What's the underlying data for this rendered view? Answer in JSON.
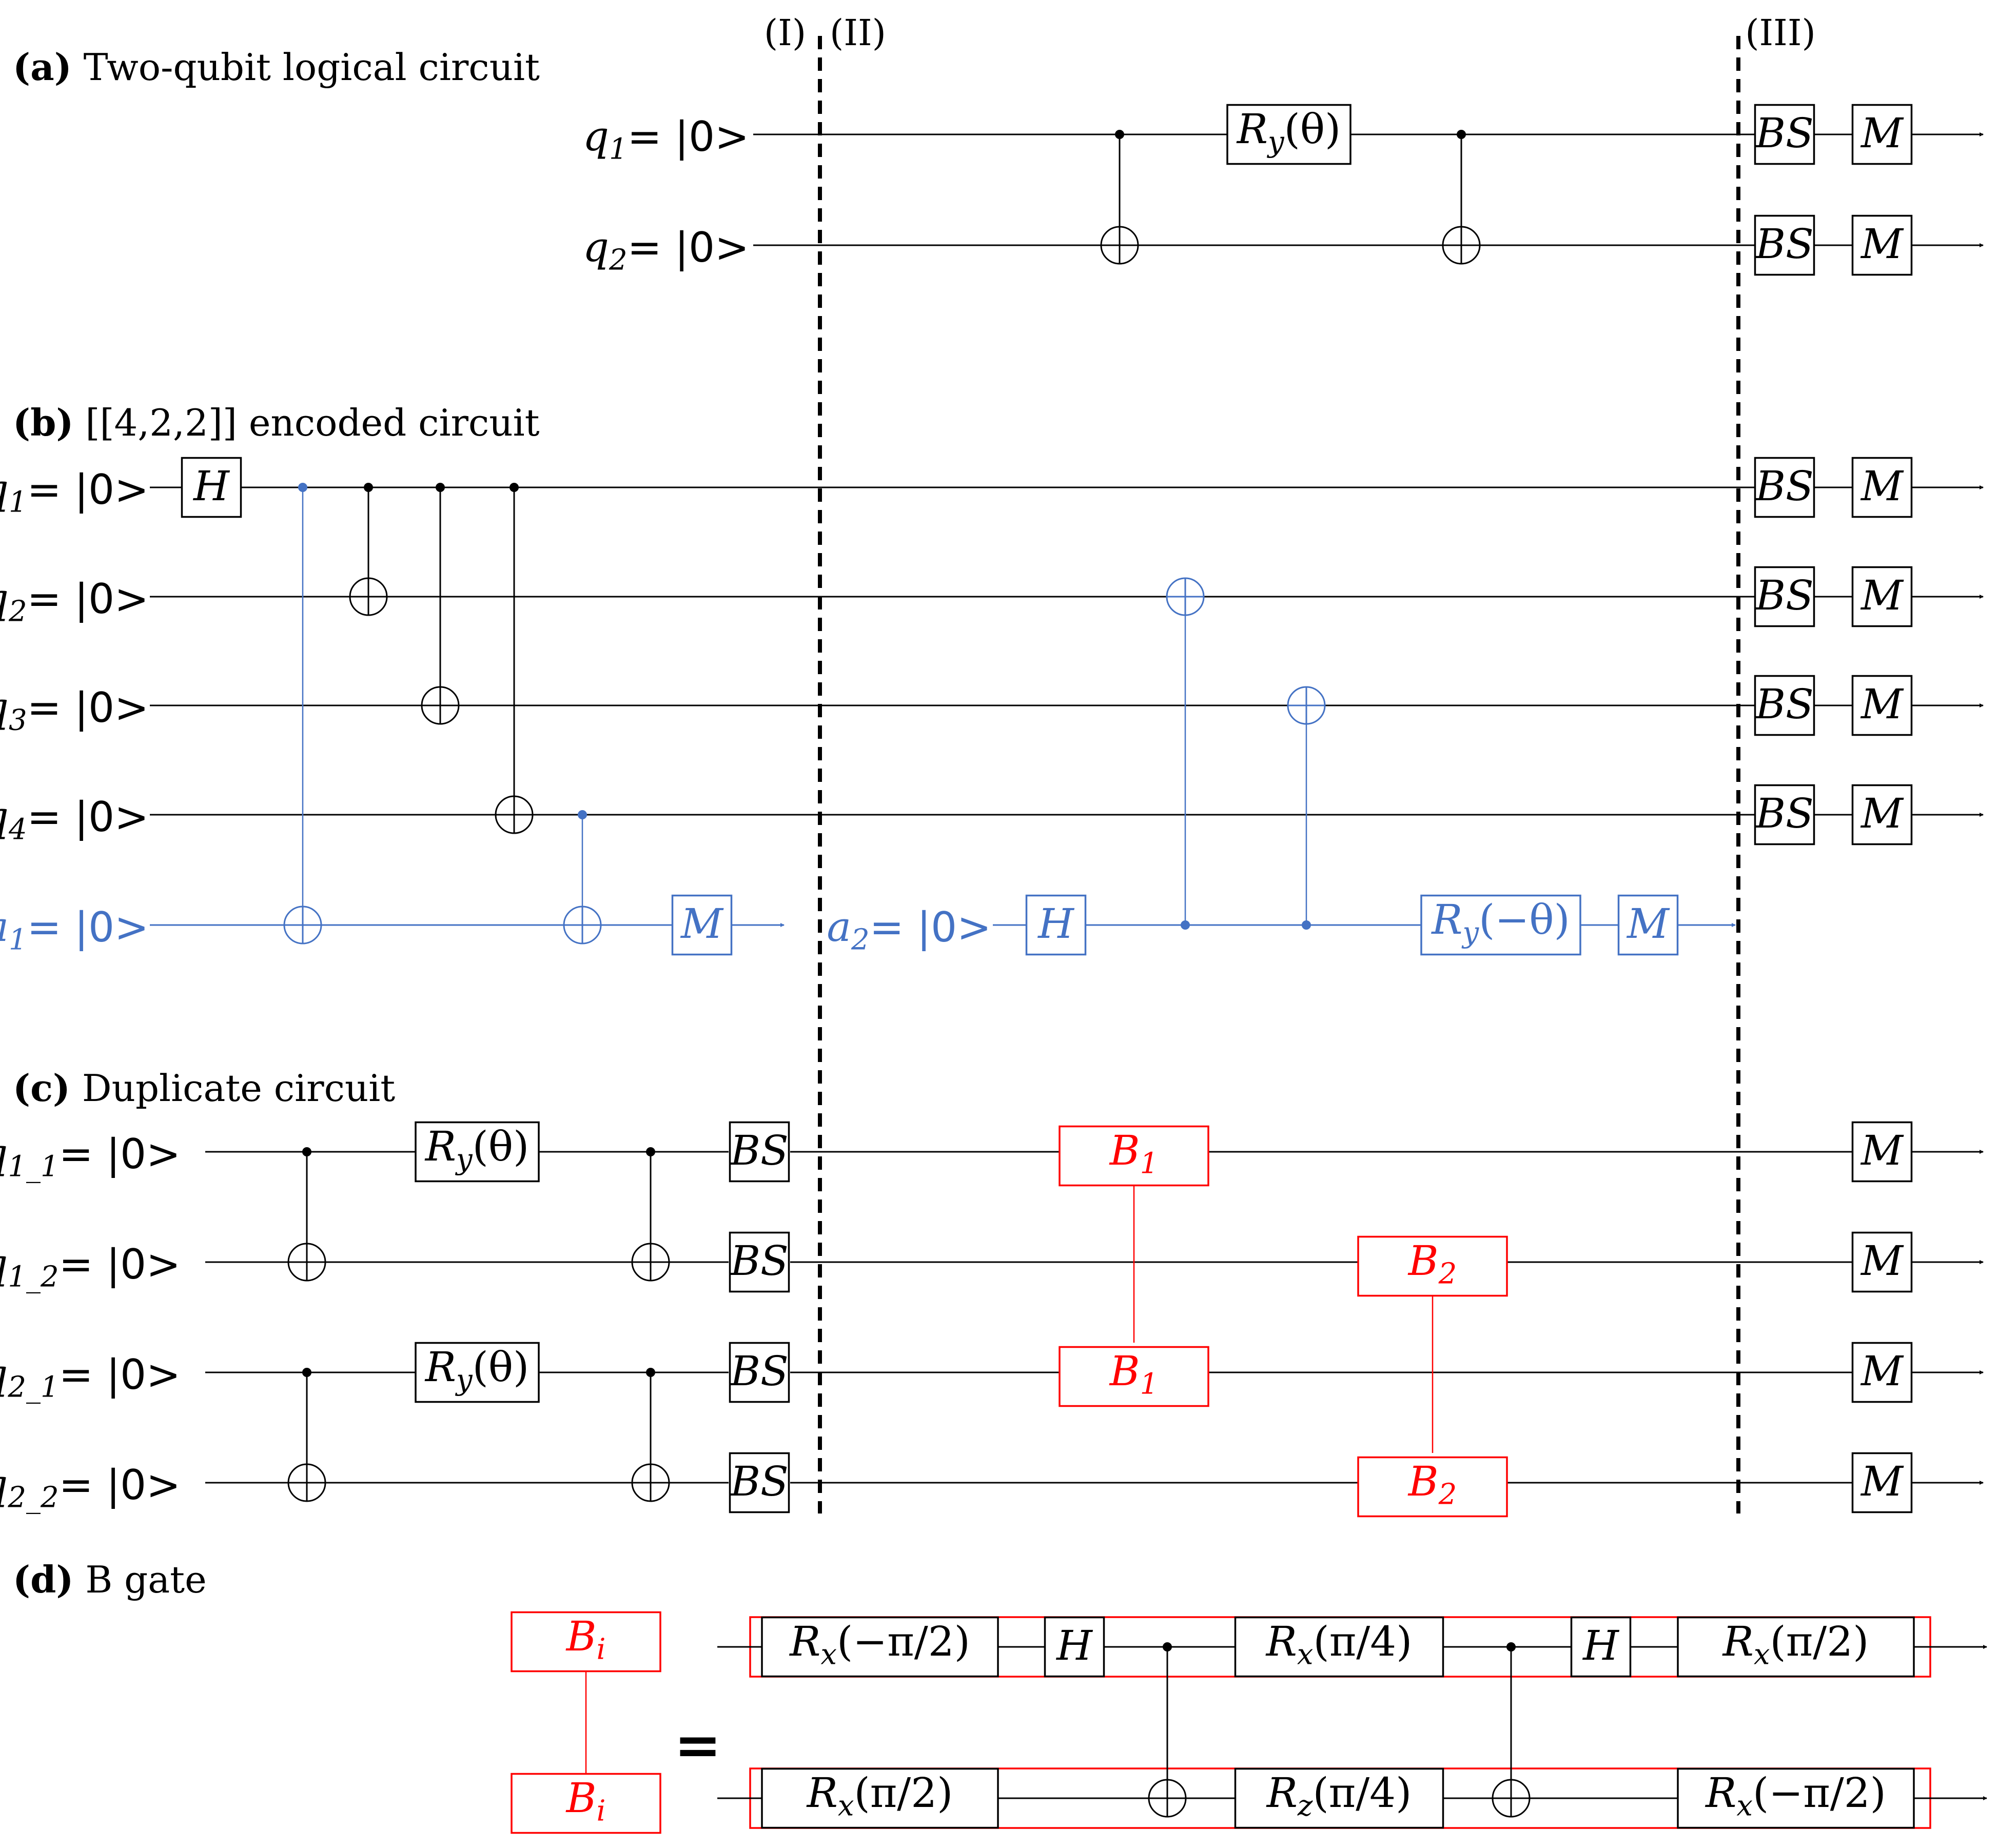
{
  "colors": {
    "black": "#000000",
    "blue": "#4472C4",
    "red": "#FF0000"
  },
  "dividers": {
    "I": "(I)",
    "II": "(II)",
    "III": "(III)"
  },
  "panel_a": {
    "letter": "(a)",
    "title": "Two-qubit logical circuit",
    "wires": [
      {
        "name": "q",
        "sub": "1",
        "ket": "= |0>"
      },
      {
        "name": "q",
        "sub": "2",
        "ket": "= |0>"
      }
    ],
    "ry_gate": {
      "name": "R",
      "sub": "y",
      "arg": "(θ)"
    },
    "bs_label": "BS",
    "m_label": "M"
  },
  "panel_b": {
    "letter": "(b)",
    "title": "[[4,2,2]] encoded circuit",
    "wires": [
      {
        "name": "q",
        "sub": "1",
        "ket": "= |0>"
      },
      {
        "name": "q",
        "sub": "2",
        "ket": "= |0>"
      },
      {
        "name": "q",
        "sub": "3",
        "ket": "= |0>"
      },
      {
        "name": "q",
        "sub": "4",
        "ket": "= |0>"
      },
      {
        "name": "a",
        "sub": "1",
        "ket": "= |0>"
      }
    ],
    "ancilla2": {
      "name": "a",
      "sub": "2",
      "ket": "= |0>"
    },
    "h_label": "H",
    "ry_neg_gate": {
      "name": "R",
      "sub": "y",
      "arg": "(−θ)"
    },
    "bs_label": "BS",
    "m_label": "M"
  },
  "panel_c": {
    "letter": "(c)",
    "title": "Duplicate circuit",
    "wires": [
      {
        "name": "q",
        "sub": "1_1",
        "ket": "= |0>"
      },
      {
        "name": "q",
        "sub": "1_2",
        "ket": "= |0>"
      },
      {
        "name": "q",
        "sub": "2_1",
        "ket": "= |0>"
      },
      {
        "name": "q",
        "sub": "2_2",
        "ket": "= |0>"
      }
    ],
    "ry_gate": {
      "name": "R",
      "sub": "y",
      "arg": "(θ)"
    },
    "b1": {
      "name": "B",
      "sub": "1"
    },
    "b2": {
      "name": "B",
      "sub": "2"
    },
    "bs_label": "BS",
    "m_label": "M"
  },
  "panel_d": {
    "letter": "(d)",
    "title": "B gate",
    "bi": {
      "name": "B",
      "sub": "i"
    },
    "equals": "=",
    "top": {
      "g1": {
        "name": "R",
        "sub": "x",
        "arg": "(−π/2)"
      },
      "h": "H",
      "g2": {
        "name": "R",
        "sub": "x",
        "arg": "(π/4)"
      },
      "g3": {
        "name": "R",
        "sub": "x",
        "arg": "(π/2)"
      }
    },
    "bottom": {
      "g1": {
        "name": "R",
        "sub": "x",
        "arg": "(π/2)"
      },
      "g2": {
        "name": "R",
        "sub": "z",
        "arg": "(π/4)"
      },
      "g3": {
        "name": "R",
        "sub": "x",
        "arg": "(−π/2)"
      }
    }
  }
}
